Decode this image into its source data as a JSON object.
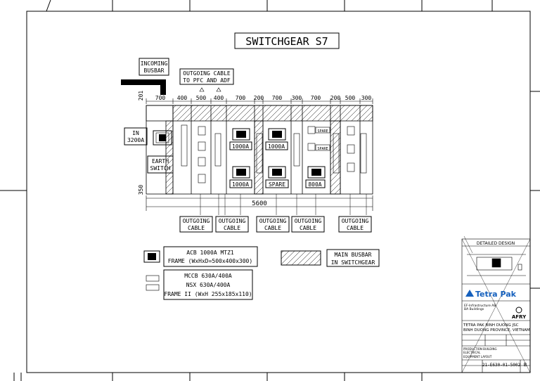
{
  "title": "SWITCHGEAR S7",
  "labels": {
    "incoming_busbar_1": "INCOMING",
    "incoming_busbar_2": "BUSBAR",
    "outgoing_pfc_1": "OUTGOING CABLE",
    "outgoing_pfc_2": "TO PFC AND ADF",
    "in_1": "IN",
    "in_2": "3200A",
    "earth_1": "EARTH",
    "earth_2": "SWITCH",
    "acb_1000a_a": "1000A",
    "acb_1000a_b": "1000A",
    "acb_1000a_c": "1000A",
    "acb_spare": "SPARE",
    "acb_800a": "800A",
    "mini_spare_1": "SPARE",
    "mini_spare_2": "SPARE"
  },
  "dimensions": {
    "d700": "700",
    "d400a": "400",
    "d500a": "500",
    "d400b": "400",
    "d700b": "700",
    "d200a": "200",
    "d700c": "700",
    "d300a": "300",
    "d700d": "700",
    "d200b": "200",
    "d500b": "500",
    "d300b": "300",
    "d201": "201",
    "d350": "350",
    "total": "5600"
  },
  "outgoing_cables": [
    {
      "l1": "OUTGOING",
      "l2": "CABLE"
    },
    {
      "l1": "OUTGOING",
      "l2": "CABLE"
    },
    {
      "l1": "OUTGOING",
      "l2": "CABLE"
    },
    {
      "l1": "OUTGOING",
      "l2": "CABLE"
    },
    {
      "l1": "OUTGOING",
      "l2": "CABLE"
    }
  ],
  "legend": {
    "acb_1": "ACB 1000A MTZ1",
    "acb_2": "FRAME (WxHxD=500x400x300)",
    "mccb_1": "MCCB 630A/400A",
    "mccb_2": "NSX 630A/400A",
    "mccb_3": "FRAME II (WxH 255x185x110)",
    "busbar_1": "MAIN BUSBAR",
    "busbar_2": "IN SWITCHGEAR"
  },
  "title_block": {
    "header": "DETAILED DESIGN",
    "brand": "Tetra Pak",
    "client_1": "EF-Infrastructure AB",
    "client_2": "BA Buildings",
    "afry": "AFRY",
    "project_1": "TETRA PAK BINH DUONG JSC",
    "project_2": "BINH DUONG PROVINCE, VIETNAM",
    "drawing_1": "PRODUCTION BUILDING",
    "drawing_2": "ELECTRICAL",
    "drawing_3": "EQUIPMENT LAYOUT",
    "doc_no": "21-E630-01-5002",
    "rev": "B"
  },
  "colors": {
    "line": "#000000",
    "hatch": "#000000"
  }
}
